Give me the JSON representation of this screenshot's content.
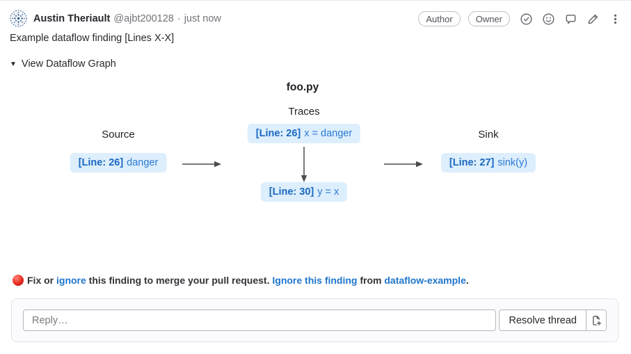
{
  "header": {
    "author_name": "Austin Theriault",
    "username": "@ajbt200128",
    "dot": "·",
    "timestamp": "just now",
    "badges": [
      {
        "label": "Author"
      },
      {
        "label": "Owner"
      }
    ],
    "action_icons": [
      "check-circle-icon",
      "smiley-icon",
      "comment-icon",
      "pencil-icon",
      "kebab-menu-icon"
    ]
  },
  "comment": {
    "body": "Example dataflow finding [Lines X-X]"
  },
  "dataflow": {
    "toggle_icon": "triangle-down-icon",
    "toggle_label": "View Dataflow Graph",
    "file_title": "foo.py",
    "labels": {
      "source": "Source",
      "traces": "Traces",
      "sink": "Sink"
    },
    "nodes": {
      "source": {
        "line": "[Line: 26]",
        "code": "danger"
      },
      "trace1": {
        "line": "[Line: 26]",
        "code": "x = danger"
      },
      "trace2": {
        "line": "[Line: 30]",
        "code": "y = x"
      },
      "sink": {
        "line": "[Line: 27]",
        "code": "sink(y)"
      }
    }
  },
  "notice": {
    "status_icon": "red-circle-icon",
    "prefix": "Fix or ",
    "ignore_link": "ignore",
    "middle": " this finding to merge your pull request. ",
    "ignore_finding_link": "Ignore this finding",
    "from": " from ",
    "project_link": "dataflow-example",
    "period": "."
  },
  "reply": {
    "placeholder": "Reply…",
    "resolve_label": "Resolve thread",
    "issue_button_icon": "new-issue-icon"
  },
  "colors": {
    "link_blue": "#1f75cb",
    "node_bg": "#ddeefd",
    "node_line_text": "#1a68c0",
    "node_code_text": "#2a7bd2",
    "primary_text": "#28272d",
    "muted_text": "#737278",
    "icon_gray": "#626168",
    "arrow_gray": "#4c4c50",
    "red_dot": "#e3271b"
  }
}
